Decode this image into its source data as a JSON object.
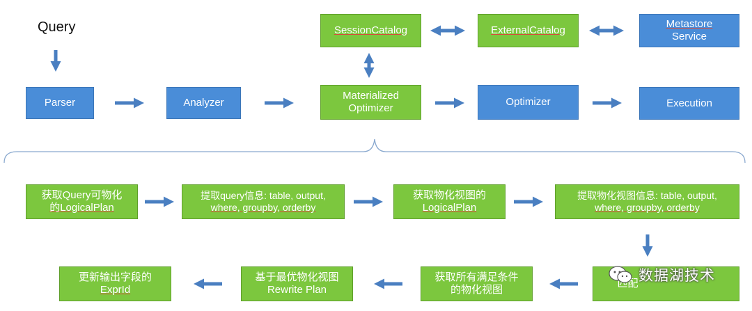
{
  "query": "Query",
  "top_flow": {
    "parser": "Parser",
    "analyzer": "Analyzer",
    "materialized_line1": "Materialized",
    "materialized_line2": "Optimizer",
    "optimizer": "Optimizer",
    "execution": "Execution",
    "session_catalog": "SessionCatalog",
    "external_catalog": "ExternalCatalog",
    "metastore_line1": "Metastore",
    "metastore_line2": "Service"
  },
  "detail_flow": {
    "step1_line1": "获取Query可物化",
    "step1_line2": "的LogicalPlan",
    "step2_line1": "提取query信息: table, output,",
    "step2_line2": "where, groupby, orderby",
    "step3_line1": "获取物化视图的",
    "step3_line2": "LogicalPlan",
    "step4_line1": "提取物化视图信息: table, output,",
    "step4_line2": "where, groupby, orderby",
    "step5_line1": "",
    "step5_line2": "匹配",
    "step6_line1": "获取所有满足条件",
    "step6_line2": "的物化视图",
    "step7_line1": "基于最优物化视图",
    "step7_line2": "Rewrite Plan",
    "step8_line1": "更新输出字段的",
    "step8_line2": "ExprId"
  },
  "watermark": "数据湖技术",
  "colors": {
    "blue": "#4a8dd8",
    "green": "#7cc73e",
    "arrow": "#4a7fc1",
    "brace": "#8aa9cf"
  }
}
